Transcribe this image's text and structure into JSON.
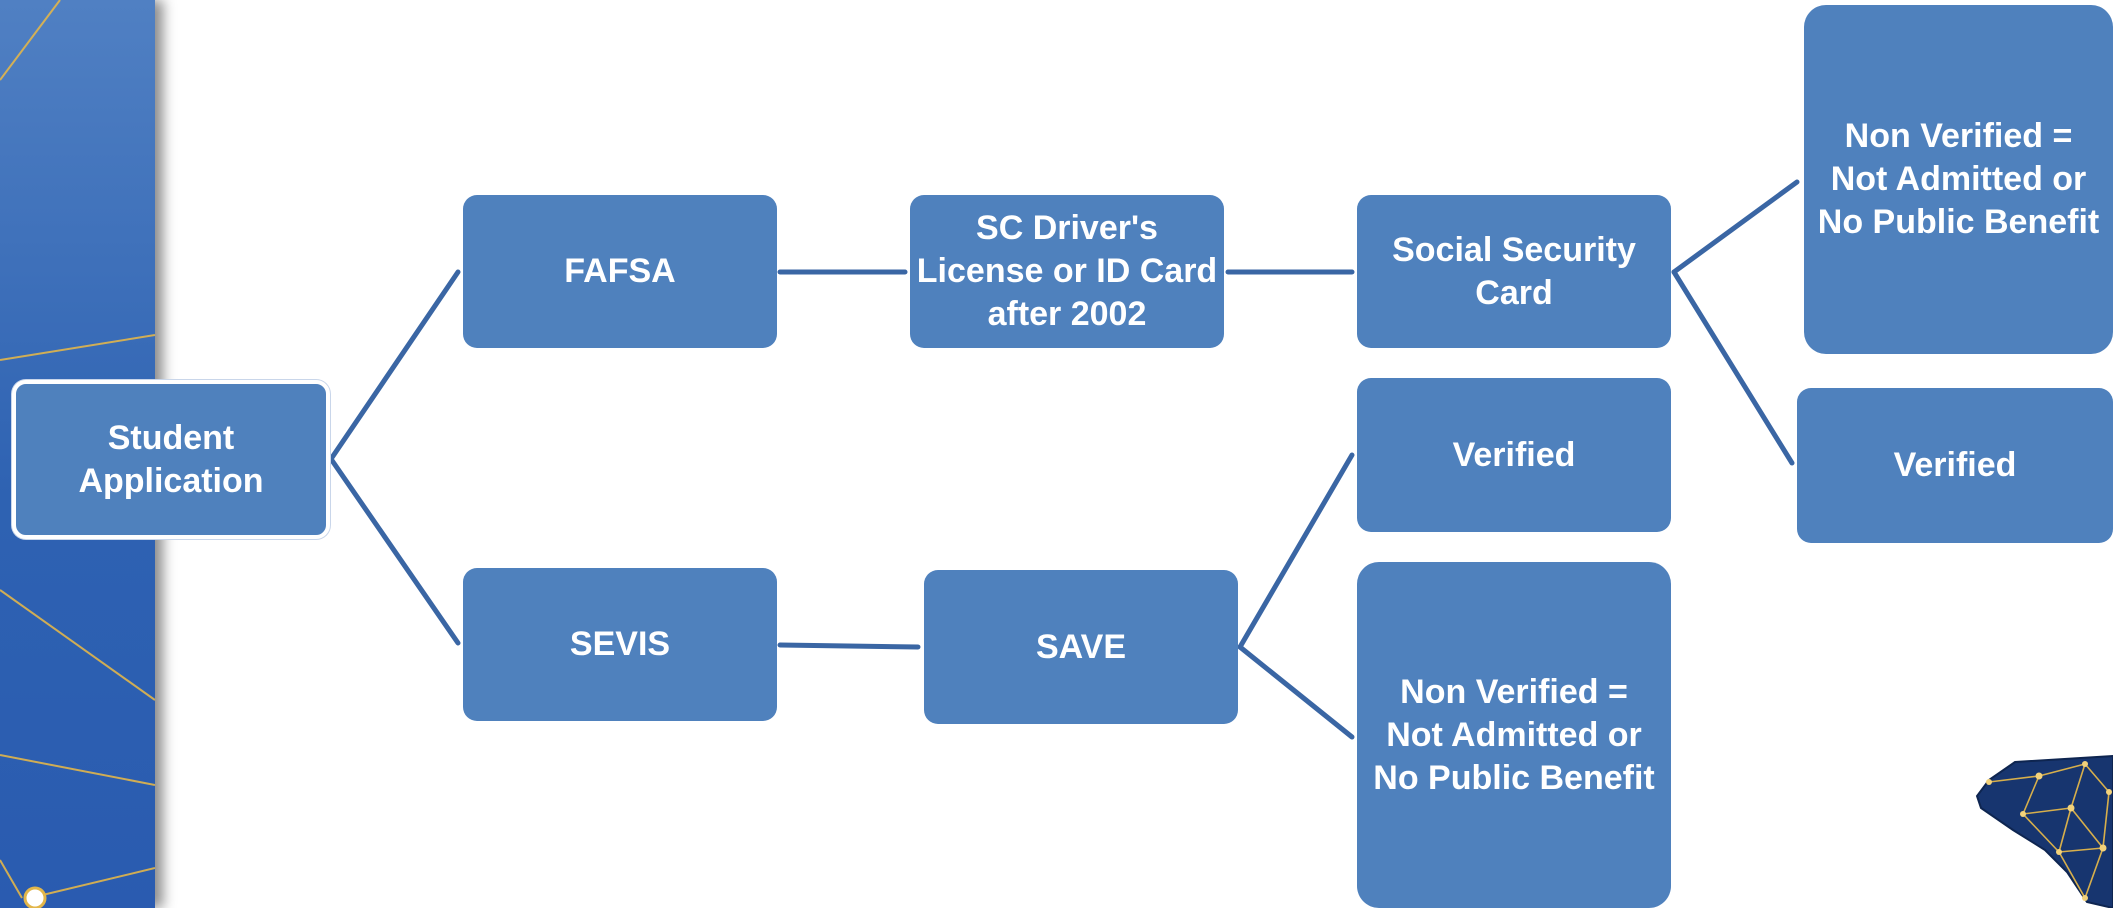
{
  "colors": {
    "node_fill": "#4f81bd",
    "node_text": "#ffffff",
    "connector": "#3a66a4",
    "panel_top": "#5080c3",
    "panel_bottom": "#2a5bb0",
    "accent_lines": "#e2b64a",
    "map_fill": "#17356f"
  },
  "diagram": {
    "nodes": [
      {
        "id": "student-application",
        "label": "Student\nApplication"
      },
      {
        "id": "fafsa",
        "label": "FAFSA"
      },
      {
        "id": "sevis",
        "label": "SEVIS"
      },
      {
        "id": "sc-drivers-license",
        "label": "SC Driver's\nLicense or ID Card\nafter 2002"
      },
      {
        "id": "save",
        "label": "SAVE"
      },
      {
        "id": "social-security-card",
        "label": "Social Security\nCard"
      },
      {
        "id": "verified-save",
        "label": "Verified"
      },
      {
        "id": "non-verified-save",
        "label": "Non Verified =\nNot Admitted or\nNo Public Benefit"
      },
      {
        "id": "non-verified-ssc",
        "label": "Non Verified =\nNot Admitted or\nNo Public Benefit"
      },
      {
        "id": "verified-ssc",
        "label": "Verified"
      }
    ],
    "edges": [
      [
        "student-application",
        "fafsa"
      ],
      [
        "student-application",
        "sevis"
      ],
      [
        "fafsa",
        "sc-drivers-license"
      ],
      [
        "sc-drivers-license",
        "social-security-card"
      ],
      [
        "social-security-card",
        "non-verified-ssc"
      ],
      [
        "social-security-card",
        "verified-ssc"
      ],
      [
        "sevis",
        "save"
      ],
      [
        "save",
        "verified-save"
      ],
      [
        "save",
        "non-verified-save"
      ]
    ]
  },
  "decor": {
    "side_panel_icon": "constellation-lines",
    "logo_icon": "south-carolina-map-network"
  }
}
